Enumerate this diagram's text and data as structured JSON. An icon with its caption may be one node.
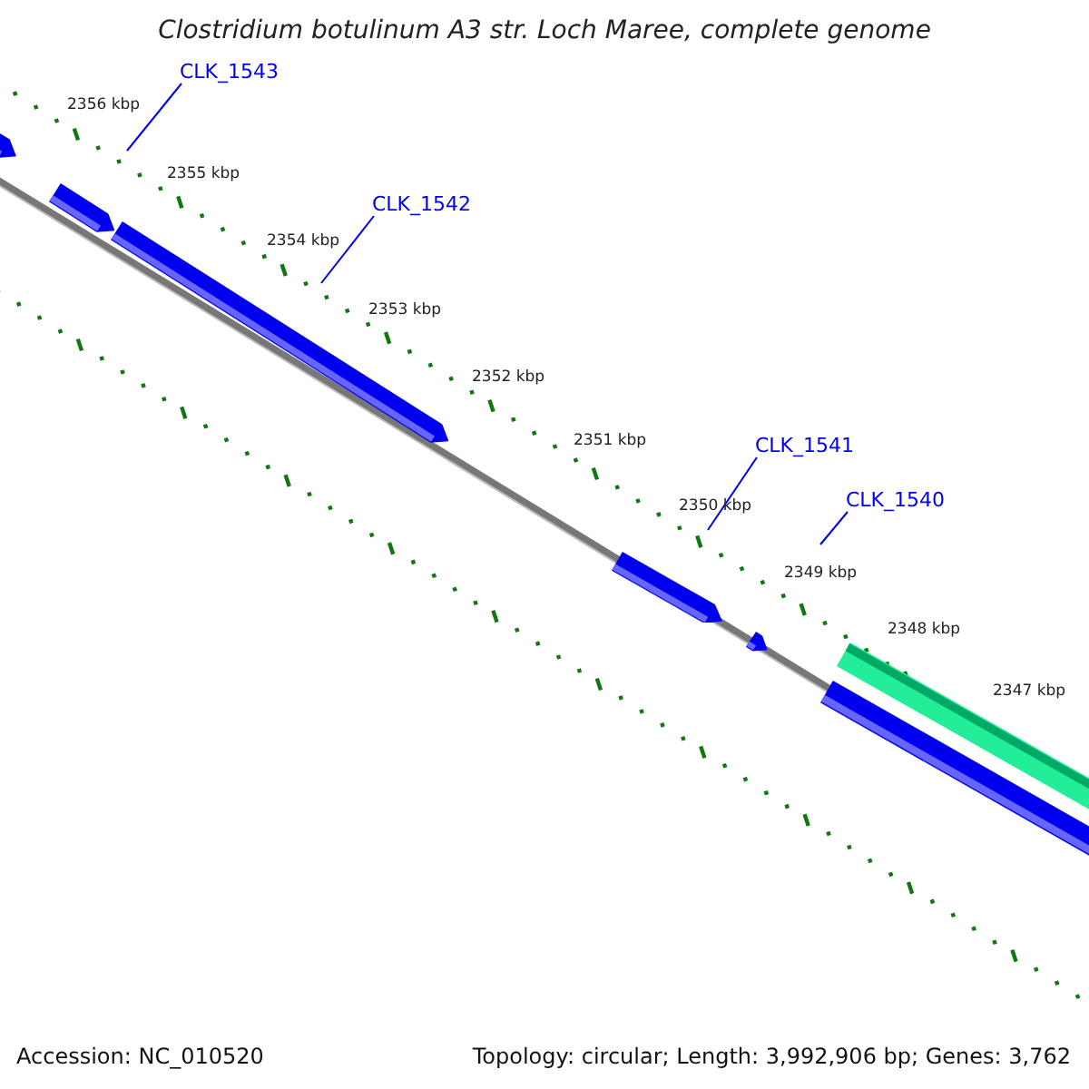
{
  "diagram": {
    "title": "Clostridium botulinum A3 str. Loch Maree, complete genome",
    "nodes": [
      {
        "text": [
          "CLK_1543"
        ]
      },
      {
        "text": [
          "CLK_1542"
        ]
      },
      {
        "text": [
          "CLK_1541"
        ]
      },
      {
        "text": [
          "CLK_1540"
        ]
      },
      {
        "text": [],
        "shape": "bar"
      },
      {
        "text": [],
        "shape": "bar"
      },
      {
        "text": [],
        "shape": "bar"
      },
      {
        "text": [],
        "shape": "bar"
      },
      {
        "text": [],
        "shape": "bar"
      },
      {
        "text": [],
        "shape": "bar"
      },
      {
        "text": [],
        "shape": "bar"
      }
    ],
    "edges": [
      {
        "from": 0,
        "to": null,
        "arrow": "none"
      },
      {
        "from": 1,
        "to": null,
        "arrow": "none"
      },
      {
        "from": 2,
        "to": null,
        "arrow": "none"
      },
      {
        "from": 3,
        "to": null,
        "arrow": "none"
      }
    ],
    "labels": [
      "2356 kbp",
      "2355 kbp",
      "2354 kbp",
      "2353 kbp",
      "2352 kbp",
      "2351 kbp",
      "2350 kbp",
      "2349 kbp",
      "2348 kbp",
      "2347 kbp",
      "Accession: NC_010520",
      "Topology: circular; Length: 3,992,906 bp; Genes: 3,762"
    ]
  }
}
